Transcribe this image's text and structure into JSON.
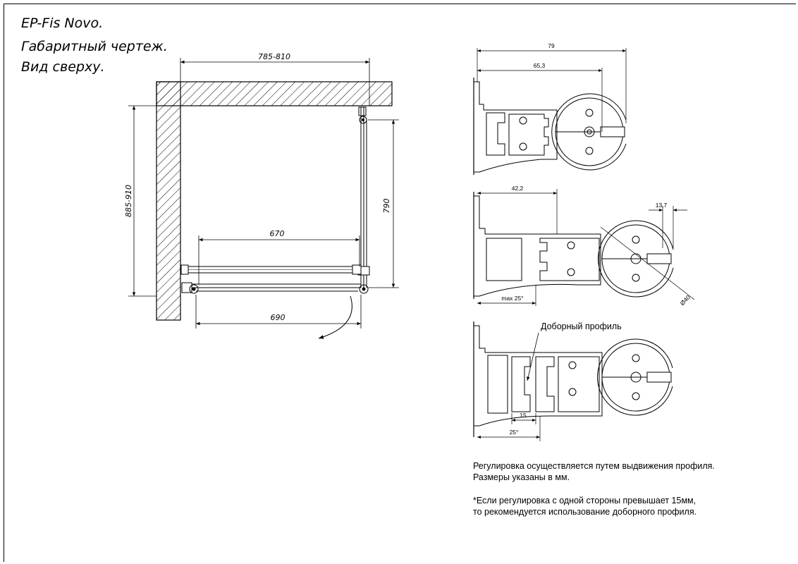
{
  "header": {
    "model": "EP-Fis Novo.",
    "subtitle": "Габаритный чертеж.",
    "view": "Вид сверху."
  },
  "plan": {
    "dim_width": "785-810",
    "dim_depth": "885-910",
    "dim_side": "790",
    "dim_inner": "670",
    "dim_opening": "690"
  },
  "profiles": {
    "top": {
      "dim_total": "79",
      "dim_center": "65,3"
    },
    "middle": {
      "dim_offset": "42,2",
      "dim_gap": "13,7",
      "dim_angle": "max 25°",
      "dim_dia": "Ø40"
    },
    "bottom": {
      "callout": "Доборный профиль",
      "dim_15": "15",
      "dim_25": "25°"
    }
  },
  "notes": {
    "line1": "Регулировка осуществляется путем выдвижения профиля.",
    "line2": "Размеры указаны в мм.",
    "line3": "*Если регулировка с одной стороны превышает 15мм,",
    "line4": "то рекомендуется использование доборного профиля."
  }
}
